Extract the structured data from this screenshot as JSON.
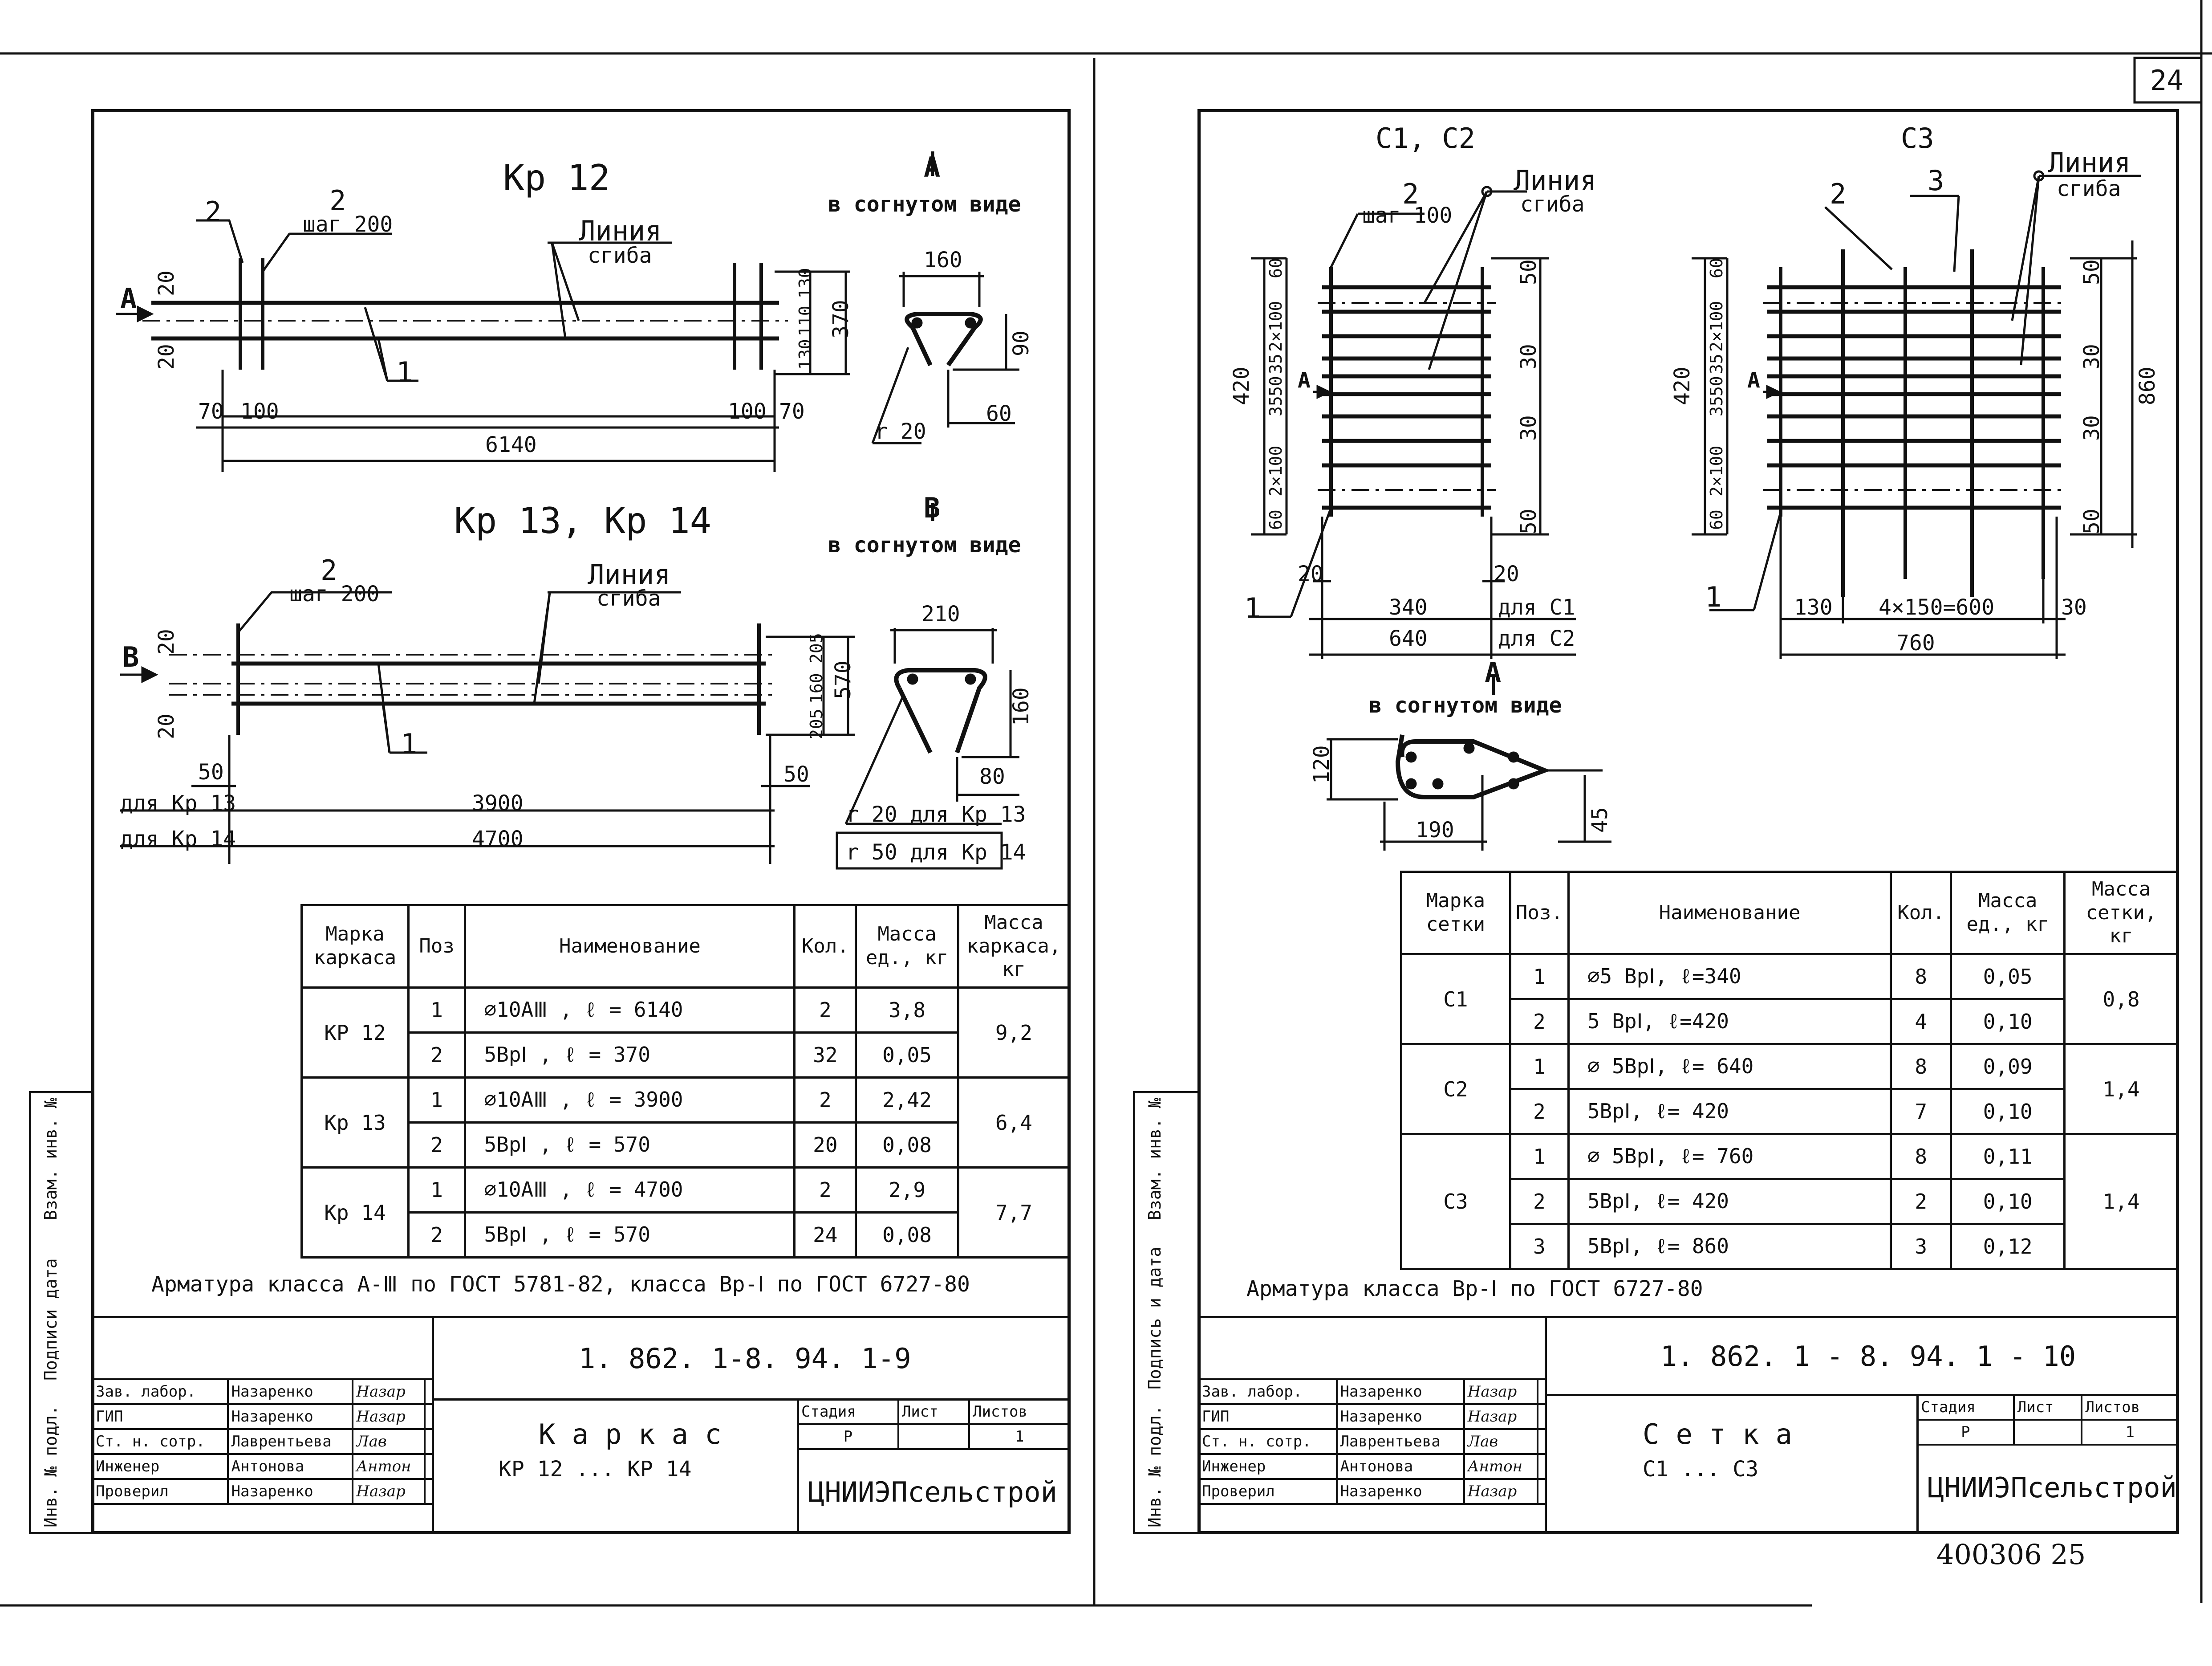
{
  "left_sheet": {
    "kr12": {
      "title": "Кр 12",
      "pos2": "2",
      "pos2b": "2",
      "step": "шаг 200",
      "bend_line": "Линия",
      "bend_line2": "сгиба",
      "pos1": "1",
      "arrow": "А",
      "d20a": "20",
      "d20b": "20",
      "d70a": "70",
      "d100a": "100",
      "d100b": "100",
      "d70b": "70",
      "dlen": "6140",
      "d130a": "130",
      "d110": "110",
      "d130b": "130",
      "d370": "370",
      "section_letter": "А",
      "section_caption": "в согнутом виде",
      "s160": "160",
      "s90": "90",
      "s60": "60",
      "sr": "r 20"
    },
    "kr13": {
      "title": "Кр 13,  Кр 14",
      "pos2": "2",
      "step": "шаг 200",
      "bend_line": "Линия",
      "bend_line2": "сгиба",
      "pos1": "1",
      "arrow": "В",
      "d20a": "20",
      "d20b": "20",
      "d50a": "50",
      "d50b": "50",
      "for13": "для Кр 13",
      "len13": "3900",
      "for14": "для  Кр 14",
      "len14": "4700",
      "d205a": "205",
      "d160": "160",
      "d205b": "205",
      "d570": "570",
      "section_letter": "В",
      "section_caption": "в согнутом виде",
      "s210": "210",
      "s160": "160",
      "s80": "80",
      "r13": "r  20  для  Кр 13",
      "r14": "r  50  для  Кр 14"
    },
    "table": {
      "headers": [
        "Марка каркаса",
        "Поз",
        "Наименование",
        "Кол.",
        "Масса ед., кг",
        "Масса каркаса, кг"
      ],
      "groups": [
        {
          "mark": "КР 12",
          "total": "9,2",
          "rows": [
            {
              "pos": "1",
              "name": "⌀10АⅢ ,  ℓ = 6140",
              "qty": "2",
              "mass": "3,8"
            },
            {
              "pos": "2",
              "name": "5ВрⅠ ,  ℓ = 370",
              "qty": "32",
              "mass": "0,05"
            }
          ]
        },
        {
          "mark": "Кр 13",
          "total": "6,4",
          "rows": [
            {
              "pos": "1",
              "name": "⌀10АⅢ ,  ℓ = 3900",
              "qty": "2",
              "mass": "2,42"
            },
            {
              "pos": "2",
              "name": "5ВрⅠ ,  ℓ = 570",
              "qty": "20",
              "mass": "0,08"
            }
          ]
        },
        {
          "mark": "Кр 14",
          "total": "7,7",
          "rows": [
            {
              "pos": "1",
              "name": "⌀10АⅢ ,  ℓ = 4700",
              "qty": "2",
              "mass": "2,9"
            },
            {
              "pos": "2",
              "name": "5ВрⅠ ,  ℓ = 570",
              "qty": "24",
              "mass": "0,08"
            }
          ]
        }
      ]
    },
    "note": "Арматура  класса  А-Ⅲ  по  ГОСТ 5781-82,  класса  Вр-Ⅰ  по  ГОСТ 6727-80",
    "title_block": {
      "code": "1. 862. 1-8. 94. 1-9",
      "staff": [
        {
          "role": "Зав. лабор.",
          "name": "Назаренко",
          "sign": "Назар"
        },
        {
          "role": "ГИП",
          "name": "Назаренко",
          "sign": "Назар"
        },
        {
          "role": "Ст. н. сотр.",
          "name": "Лаврентьева",
          "sign": "Лав"
        },
        {
          "role": "Инженер",
          "name": "Антонова",
          "sign": "Антон"
        },
        {
          "role": "Проверил",
          "name": "Назаренко",
          "sign": "Назар"
        }
      ],
      "title1": "К а р к а с",
      "title2": "КР 12  ...  КР 14",
      "stage_label": "Стадия",
      "sheet_label": "Лист",
      "sheets_label": "Листов",
      "stage": "Р",
      "sheet": "",
      "sheets": "1",
      "org": "ЦНИИЭПсельстрой"
    },
    "side": {
      "vzam": "Взам. инв. №",
      "podp": "Подписи дата",
      "inv": "Инв. № подл."
    }
  },
  "right_sheet": {
    "page_number": "24",
    "c1c2": {
      "title": "С1,  С2",
      "pos2": "2",
      "step": "шаг 100",
      "bend_line": "Линия",
      "bend_line2": "сгиба",
      "pos1": "1",
      "arrow": "А",
      "h420": "420",
      "v60a": "60",
      "v2x100a": "2×100",
      "v35a": "35",
      "v50": "50",
      "v35b": "35",
      "v2x100b": "2×100",
      "v60b": "60",
      "r50a": "50",
      "r30a": "30",
      "r30b": "30",
      "r50b": "50",
      "d20a": "20",
      "d20b": "20",
      "w340": "340",
      "for_c1": "для С1",
      "w640": "640",
      "for_c2": "для С2"
    },
    "c3": {
      "title": "С3",
      "pos2": "2",
      "pos3": "3",
      "bend_line": "Линия",
      "bend_line2": "сгиба",
      "pos1": "1",
      "arrow": "А",
      "h420": "420",
      "v60a": "60",
      "v2x100a": "2×100",
      "v35a": "35",
      "v50": "50",
      "v35b": "35",
      "v2x100b": "2×100",
      "v60b": "60",
      "r50a": "50",
      "r30a": "30",
      "r30b": "30",
      "r50b": "50",
      "h860": "860",
      "d130": "130",
      "d600": "4×150=600",
      "d30": "30",
      "w760": "760"
    },
    "section": {
      "letter": "А",
      "caption": "в согнутом виде",
      "s120": "120",
      "s190": "190",
      "s45": "45"
    },
    "table": {
      "headers": [
        "Марка сетки",
        "Поз.",
        "Наименование",
        "Кол.",
        "Масса ед., кг",
        "Масса сетки, кг"
      ],
      "groups": [
        {
          "mark": "С1",
          "total": "0,8",
          "rows": [
            {
              "pos": "1",
              "name": "⌀5 ВрⅠ,  ℓ=340",
              "qty": "8",
              "mass": "0,05"
            },
            {
              "pos": "2",
              "name": "5 ВрⅠ,  ℓ=420",
              "qty": "4",
              "mass": "0,10"
            }
          ]
        },
        {
          "mark": "С2",
          "total": "1,4",
          "rows": [
            {
              "pos": "1",
              "name": "⌀ 5ВрⅠ,  ℓ= 640",
              "qty": "8",
              "mass": "0,09"
            },
            {
              "pos": "2",
              "name": "5ВрⅠ,  ℓ= 420",
              "qty": "7",
              "mass": "0,10"
            }
          ]
        },
        {
          "mark": "С3",
          "total": "1,4",
          "rows": [
            {
              "pos": "1",
              "name": "⌀ 5ВрⅠ,  ℓ= 760",
              "qty": "8",
              "mass": "0,11"
            },
            {
              "pos": "2",
              "name": "5ВрⅠ,  ℓ= 420",
              "qty": "2",
              "mass": "0,10"
            },
            {
              "pos": "3",
              "name": "5ВрⅠ,  ℓ= 860",
              "qty": "3",
              "mass": "0,12"
            }
          ]
        }
      ]
    },
    "note": "Арматура  класса  Вр-Ⅰ  по  ГОСТ 6727-80",
    "title_block": {
      "code": "1. 862. 1 - 8. 94. 1 - 10",
      "staff": [
        {
          "role": "Зав. лабор.",
          "name": "Назаренко",
          "sign": "Назар"
        },
        {
          "role": "ГИП",
          "name": "Назаренко",
          "sign": "Назар"
        },
        {
          "role": "Ст. н. сотр.",
          "name": "Лаврентьева",
          "sign": "Лав"
        },
        {
          "role": "Инженер",
          "name": "Антонова",
          "sign": "Антон"
        },
        {
          "role": "Проверил",
          "name": "Назаренко",
          "sign": "Назар"
        }
      ],
      "title1": "С е т к а",
      "title2": "С1  ...  С3",
      "stage_label": "Стадия",
      "sheet_label": "Лист",
      "sheets_label": "Листов",
      "stage": "Р",
      "sheet": "",
      "sheets": "1",
      "org": "ЦНИИЭПсельстрой"
    },
    "side": {
      "vzam": "Взам. инв. №",
      "podp": "Подпись и дата",
      "inv": "Инв. № подл."
    },
    "stamp": "400306   25"
  }
}
